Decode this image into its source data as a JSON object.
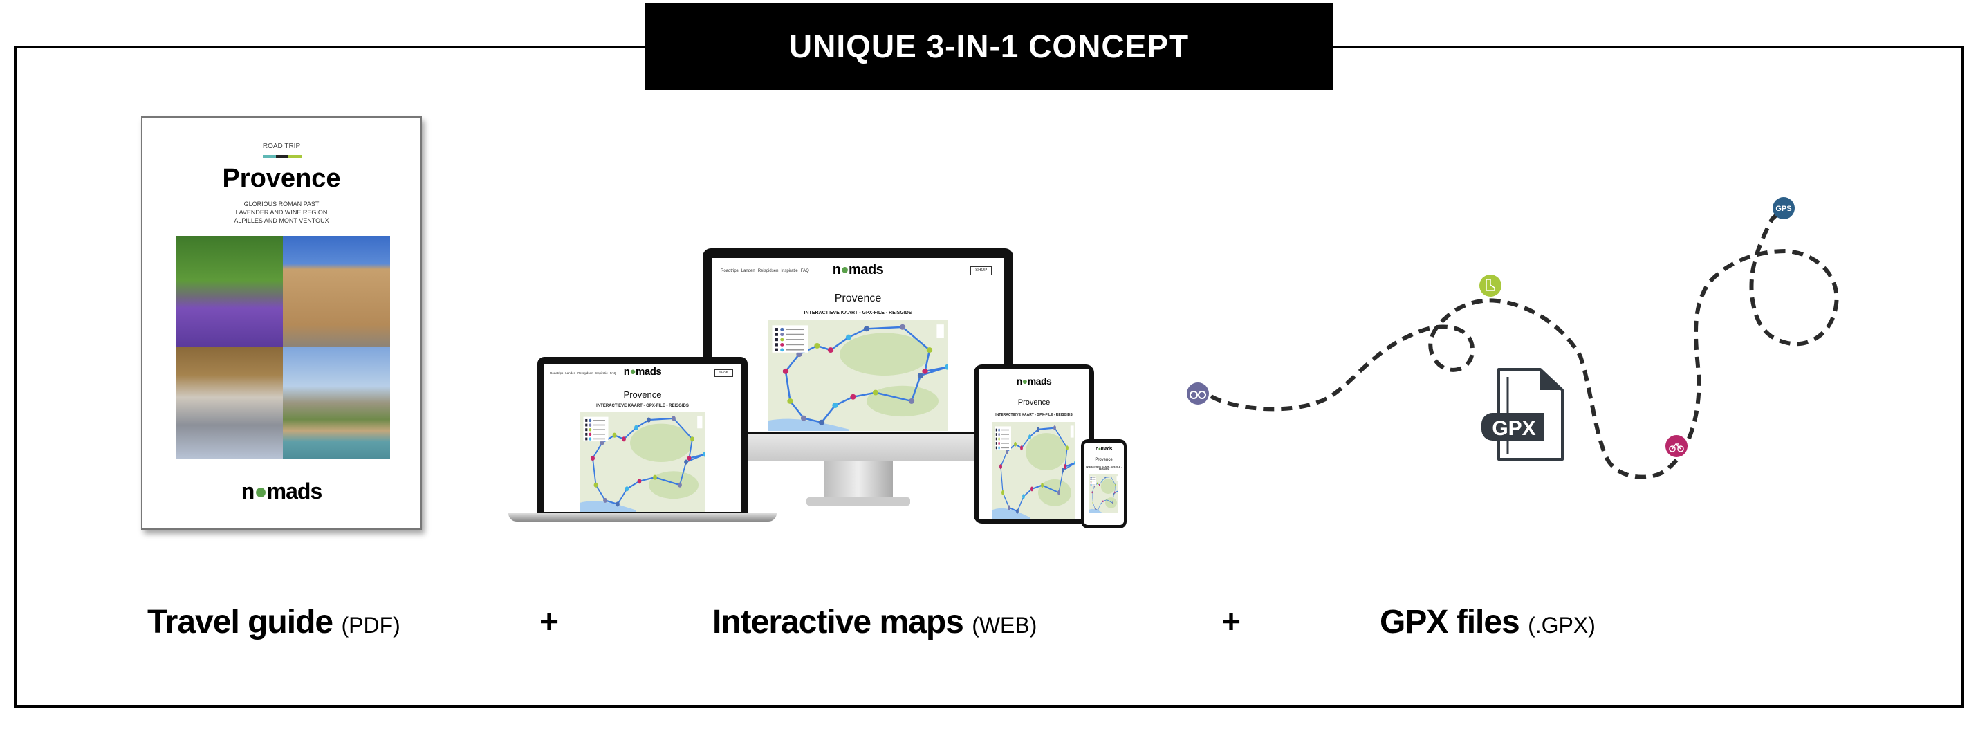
{
  "banner": "UNIQUE 3-IN-1 CONCEPT",
  "guide": {
    "kicker": "ROAD TRIP",
    "title": "Provence",
    "subtitles": [
      "GLORIOUS ROMAN PAST",
      "LAVENDER AND WINE REGION",
      "ALPILLES AND MONT VENTOUX"
    ],
    "logo": "nomads",
    "bar_colors": [
      "#5fb8b5",
      "#222222",
      "#a8c83c"
    ]
  },
  "website": {
    "nav": [
      "Roadtrips",
      "Landen",
      "Reisgidsen",
      "Inspiratie",
      "FAQ"
    ],
    "logo": "nomads",
    "shop": "SHOP",
    "title": "Provence",
    "subtitle": "INTERACTIEVE KAART - GPX-FILE - REISGIDS"
  },
  "map_colors": [
    "#4a6fb5",
    "#7a7fb0",
    "#a8c83c",
    "#c8286a",
    "#3fb4e8"
  ],
  "gpx": {
    "file_label": "GPX",
    "badge_gps": "GPS",
    "icons": [
      "binoculars-icon",
      "hiking-boot-icon",
      "bicycle-icon",
      "gps-icon"
    ],
    "colors": {
      "binoculars": "#6b6a9c",
      "boot": "#a8c83c",
      "bike": "#b8286a",
      "gps": "#2c5f88"
    }
  },
  "labels": [
    {
      "main": "Travel guide",
      "suffix": "(PDF)"
    },
    {
      "main": "Interactive maps",
      "suffix": "(WEB)"
    },
    {
      "main": "GPX files",
      "suffix": "(.GPX)"
    }
  ],
  "plus": "+"
}
